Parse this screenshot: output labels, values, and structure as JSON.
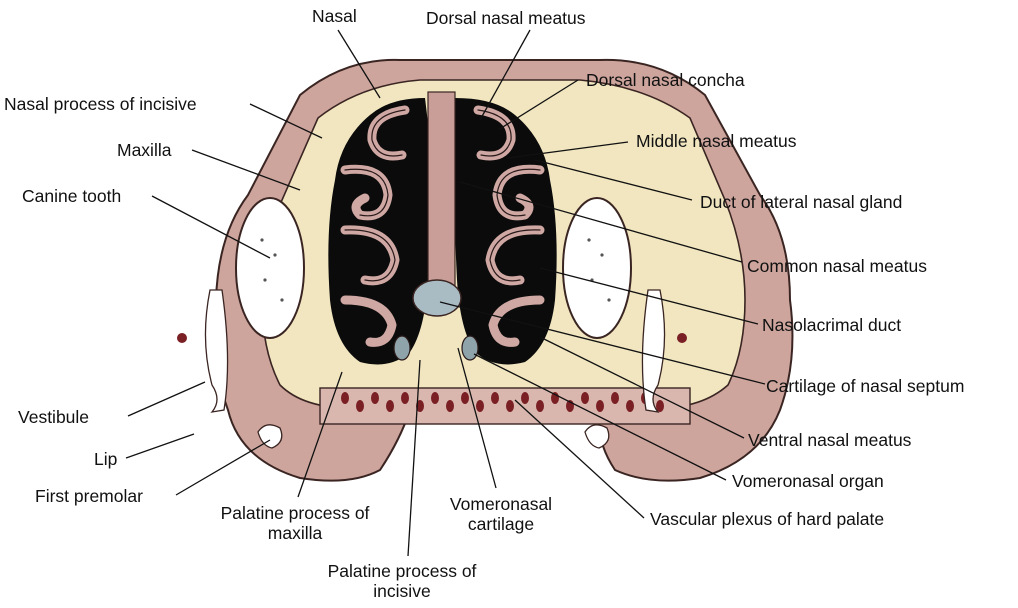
{
  "labels": {
    "nasal": "Nasal",
    "dorsal_nasal_meatus": "Dorsal nasal meatus",
    "dorsal_nasal_concha": "Dorsal nasal concha",
    "nasal_process_incisive": "Nasal process of incisive",
    "middle_nasal_meatus": "Middle nasal meatus",
    "maxilla": "Maxilla",
    "duct_lateral_nasal_gland": "Duct of lateral nasal gland",
    "canine_tooth": "Canine tooth",
    "common_nasal_meatus": "Common nasal meatus",
    "nasolacrimal_duct": "Nasolacrimal duct",
    "cartilage_nasal_septum": "Cartilage of nasal septum",
    "vestibule": "Vestibule",
    "ventral_nasal_meatus": "Ventral nasal meatus",
    "lip": "Lip",
    "vomeronasal_organ": "Vomeronasal organ",
    "first_premolar": "First premolar",
    "palatine_process_maxilla": "Palatine process of maxilla",
    "vomeronasal_cartilage": "Vomeronasal cartilage",
    "vascular_plexus": "Vascular plexus of hard palate",
    "palatine_process_incisive": "Palatine process of incisive"
  },
  "colors": {
    "skin": "#cda59d",
    "bone": "#f1e6c0",
    "cavity": "#0b0b0b",
    "mucosa": "#cfa7a3",
    "tooth": "#ffffff",
    "cartilage": "#a9bcc4"
  }
}
